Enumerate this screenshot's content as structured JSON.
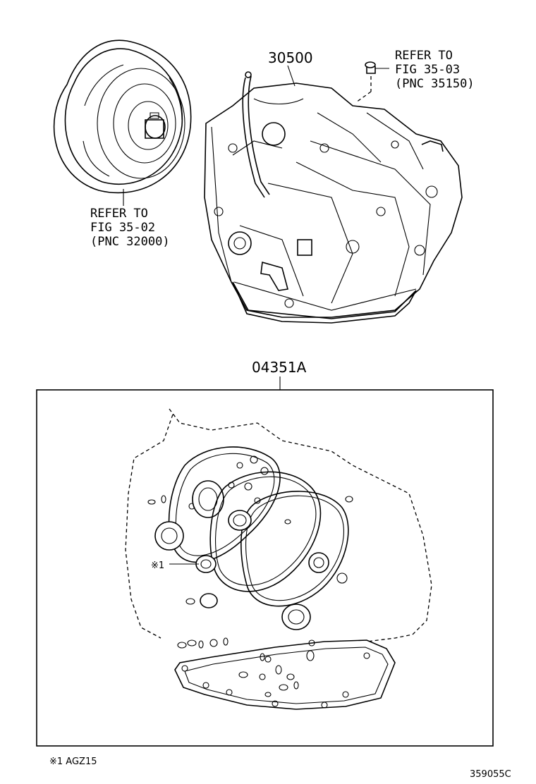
{
  "callouts": {
    "assembly_part": "30500",
    "kit_part": "04351A",
    "ref_valve": [
      "REFER TO",
      "FIG 35-03",
      "(PNC 35150)"
    ],
    "ref_converter": [
      "REFER TO",
      "FIG 35-02",
      "(PNC 32000)"
    ],
    "mark_label": "※1"
  },
  "footer": {
    "note": "※1  AGZ15",
    "illustration_id": "359055C"
  }
}
